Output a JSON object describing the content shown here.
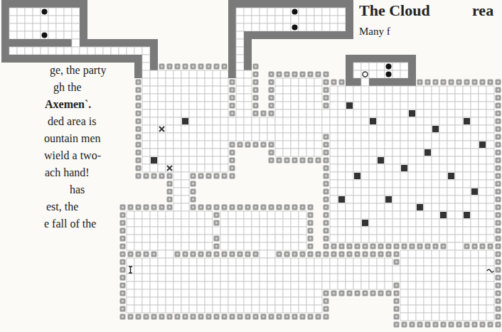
{
  "diagram": {
    "labels": [
      "The Cloud",
      "rea",
      "Many f",
      "ge, the party",
      "gh the",
      "Axemen`.",
      "ded area is",
      "ountain men",
      "wield a two-",
      "ach hand!",
      "has",
      "est, the",
      "e fall of the"
    ]
  }
}
